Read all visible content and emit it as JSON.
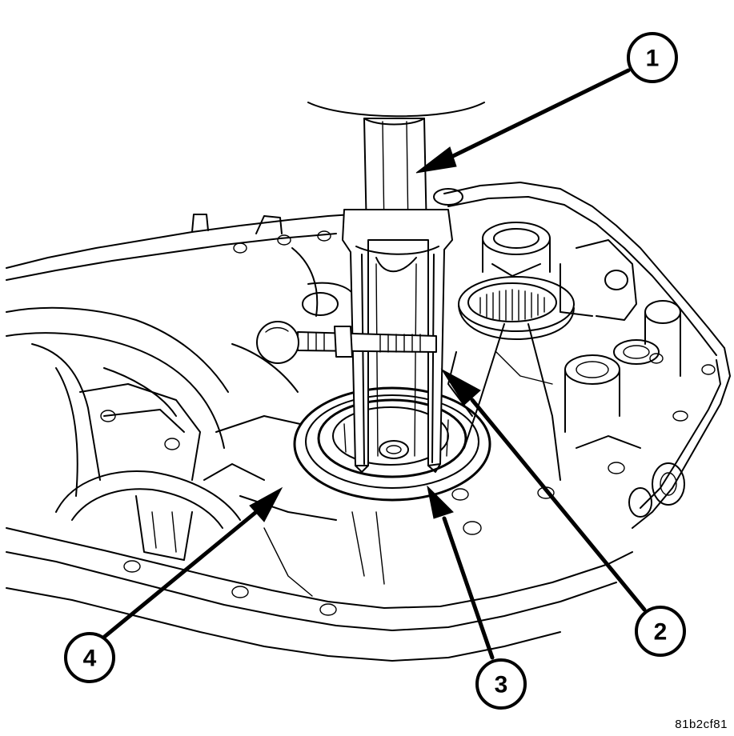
{
  "figure": {
    "id_code": "81b2cf81",
    "callouts": [
      {
        "label": "1"
      },
      {
        "label": "2"
      },
      {
        "label": "3"
      },
      {
        "label": "4"
      }
    ]
  }
}
